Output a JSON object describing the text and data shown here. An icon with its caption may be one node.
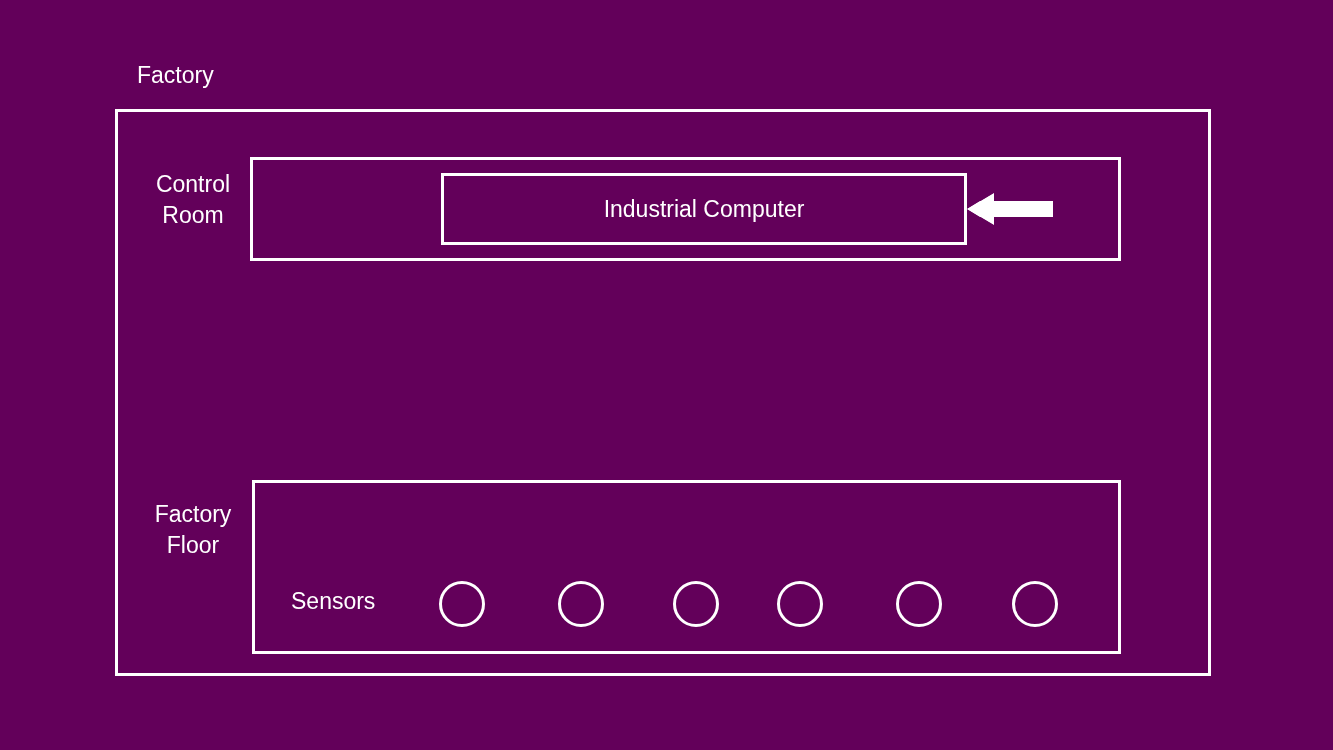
{
  "diagram": {
    "nodes": [
      {
        "text": [
          "Factory"
        ]
      },
      {
        "text": [
          "Control Room"
        ],
        "in": 0
      },
      {
        "text": [
          "Industrial Computer"
        ],
        "in": 1
      },
      {
        "text": [
          "Factory Floor"
        ],
        "in": 0
      },
      {
        "text": [],
        "shape": "circle",
        "in": 3
      },
      {
        "text": [],
        "shape": "circle",
        "in": 3
      },
      {
        "text": [],
        "shape": "circle",
        "in": 3
      },
      {
        "text": [],
        "shape": "circle",
        "in": 3
      },
      {
        "text": [],
        "shape": "circle",
        "in": 3
      },
      {
        "text": [],
        "shape": "circle",
        "in": 3
      }
    ],
    "edges": [
      {
        "from": null,
        "to": 2,
        "arrow": "to"
      }
    ],
    "labels": [
      "Sensors"
    ]
  }
}
